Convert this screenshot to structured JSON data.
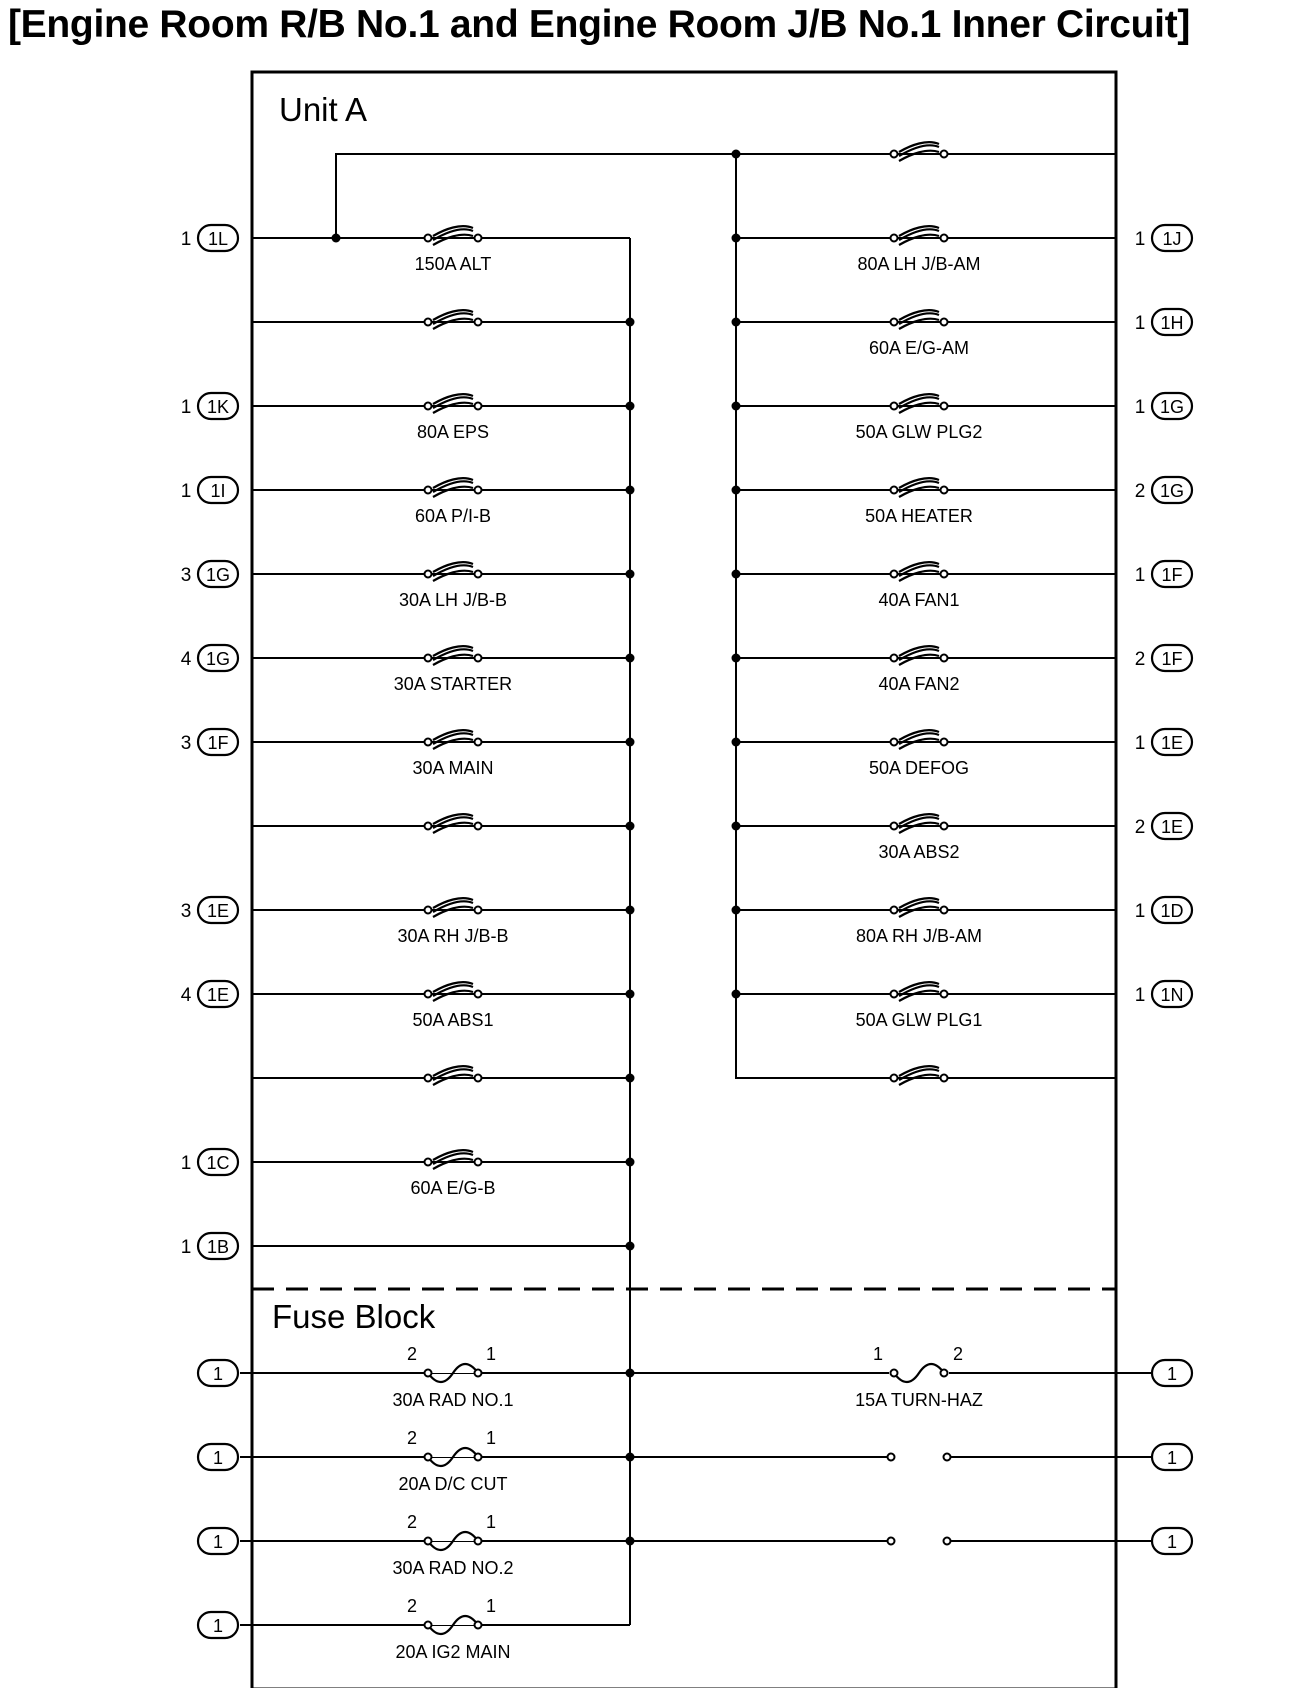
{
  "title": "[Engine Room R/B No.1 and Engine Room J/B No.1 Inner Circuit]",
  "sections": {
    "unit_a": "Unit A",
    "fuse_block": "Fuse Block"
  },
  "colors": {
    "line": "#000000",
    "background": "#ffffff"
  },
  "left_fuses": [
    {
      "label": "150A ALT",
      "pin": "1",
      "connector": "1L"
    },
    {
      "label": "",
      "pin": "",
      "connector": ""
    },
    {
      "label": "80A EPS",
      "pin": "1",
      "connector": "1K"
    },
    {
      "label": "60A P/I-B",
      "pin": "1",
      "connector": "1I"
    },
    {
      "label": "30A LH J/B-B",
      "pin": "3",
      "connector": "1G"
    },
    {
      "label": "30A STARTER",
      "pin": "4",
      "connector": "1G"
    },
    {
      "label": "30A MAIN",
      "pin": "3",
      "connector": "1F"
    },
    {
      "label": "",
      "pin": "",
      "connector": ""
    },
    {
      "label": "30A RH J/B-B",
      "pin": "3",
      "connector": "1E"
    },
    {
      "label": "50A ABS1",
      "pin": "4",
      "connector": "1E"
    },
    {
      "label": "",
      "pin": "",
      "connector": ""
    },
    {
      "label": "60A E/G-B",
      "pin": "1",
      "connector": "1C"
    },
    {
      "label": "",
      "pin": "1",
      "connector": "1B"
    }
  ],
  "right_fuses": [
    {
      "label": "",
      "pin": "",
      "connector": ""
    },
    {
      "label": "80A LH J/B-AM",
      "pin": "1",
      "connector": "1J"
    },
    {
      "label": "60A E/G-AM",
      "pin": "1",
      "connector": "1H"
    },
    {
      "label": "50A GLW PLG2",
      "pin": "1",
      "connector": "1G"
    },
    {
      "label": "50A HEATER",
      "pin": "2",
      "connector": "1G"
    },
    {
      "label": "40A FAN1",
      "pin": "1",
      "connector": "1F"
    },
    {
      "label": "40A FAN2",
      "pin": "2",
      "connector": "1F"
    },
    {
      "label": "50A DEFOG",
      "pin": "1",
      "connector": "1E"
    },
    {
      "label": "30A ABS2",
      "pin": "2",
      "connector": "1E"
    },
    {
      "label": "80A RH J/B-AM",
      "pin": "1",
      "connector": "1D"
    },
    {
      "label": "50A GLW PLG1",
      "pin": "1",
      "connector": "1N"
    },
    {
      "label": "",
      "pin": "",
      "connector": ""
    }
  ],
  "fuse_block_left": [
    {
      "label": "30A RAD NO.1",
      "terminal_left": "2",
      "terminal_right": "1",
      "connector": "1"
    },
    {
      "label": "20A D/C CUT",
      "terminal_left": "2",
      "terminal_right": "1",
      "connector": "1"
    },
    {
      "label": "30A RAD NO.2",
      "terminal_left": "2",
      "terminal_right": "1",
      "connector": "1"
    },
    {
      "label": "20A IG2 MAIN",
      "terminal_left": "2",
      "terminal_right": "1",
      "connector": "1"
    }
  ],
  "fuse_block_right": [
    {
      "label": "15A TURN-HAZ",
      "terminal_left": "1",
      "terminal_right": "2",
      "connector": "1"
    },
    {
      "label": "",
      "terminal_left": "",
      "terminal_right": "",
      "connector": "1"
    },
    {
      "label": "",
      "terminal_left": "",
      "terminal_right": "",
      "connector": "1"
    }
  ]
}
